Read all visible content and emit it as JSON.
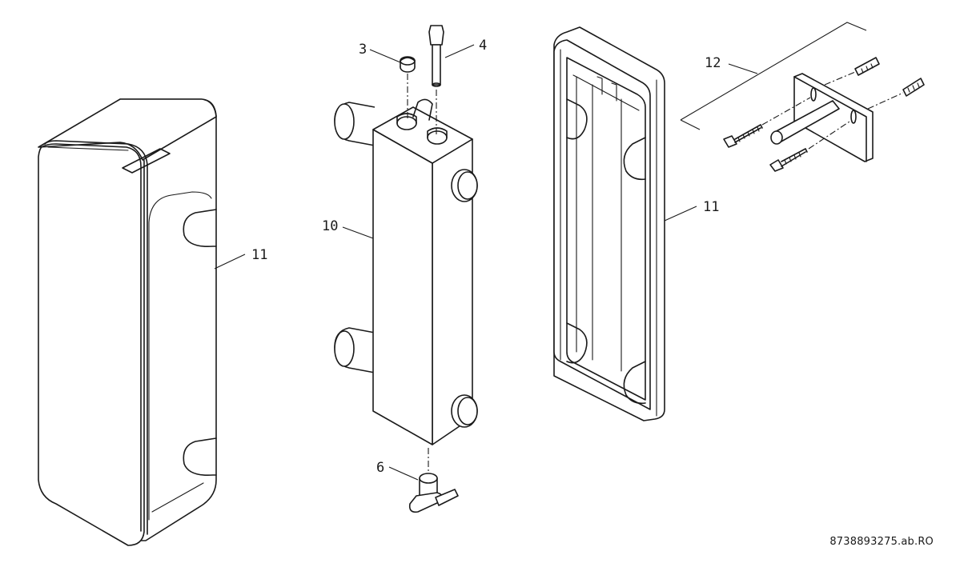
{
  "callouts": {
    "c3": "3",
    "c4": "4",
    "c10": "10",
    "c11_left": "11",
    "c11_right": "11",
    "c12": "12",
    "c6": "6"
  },
  "document_id": "8738893275.ab.RO"
}
